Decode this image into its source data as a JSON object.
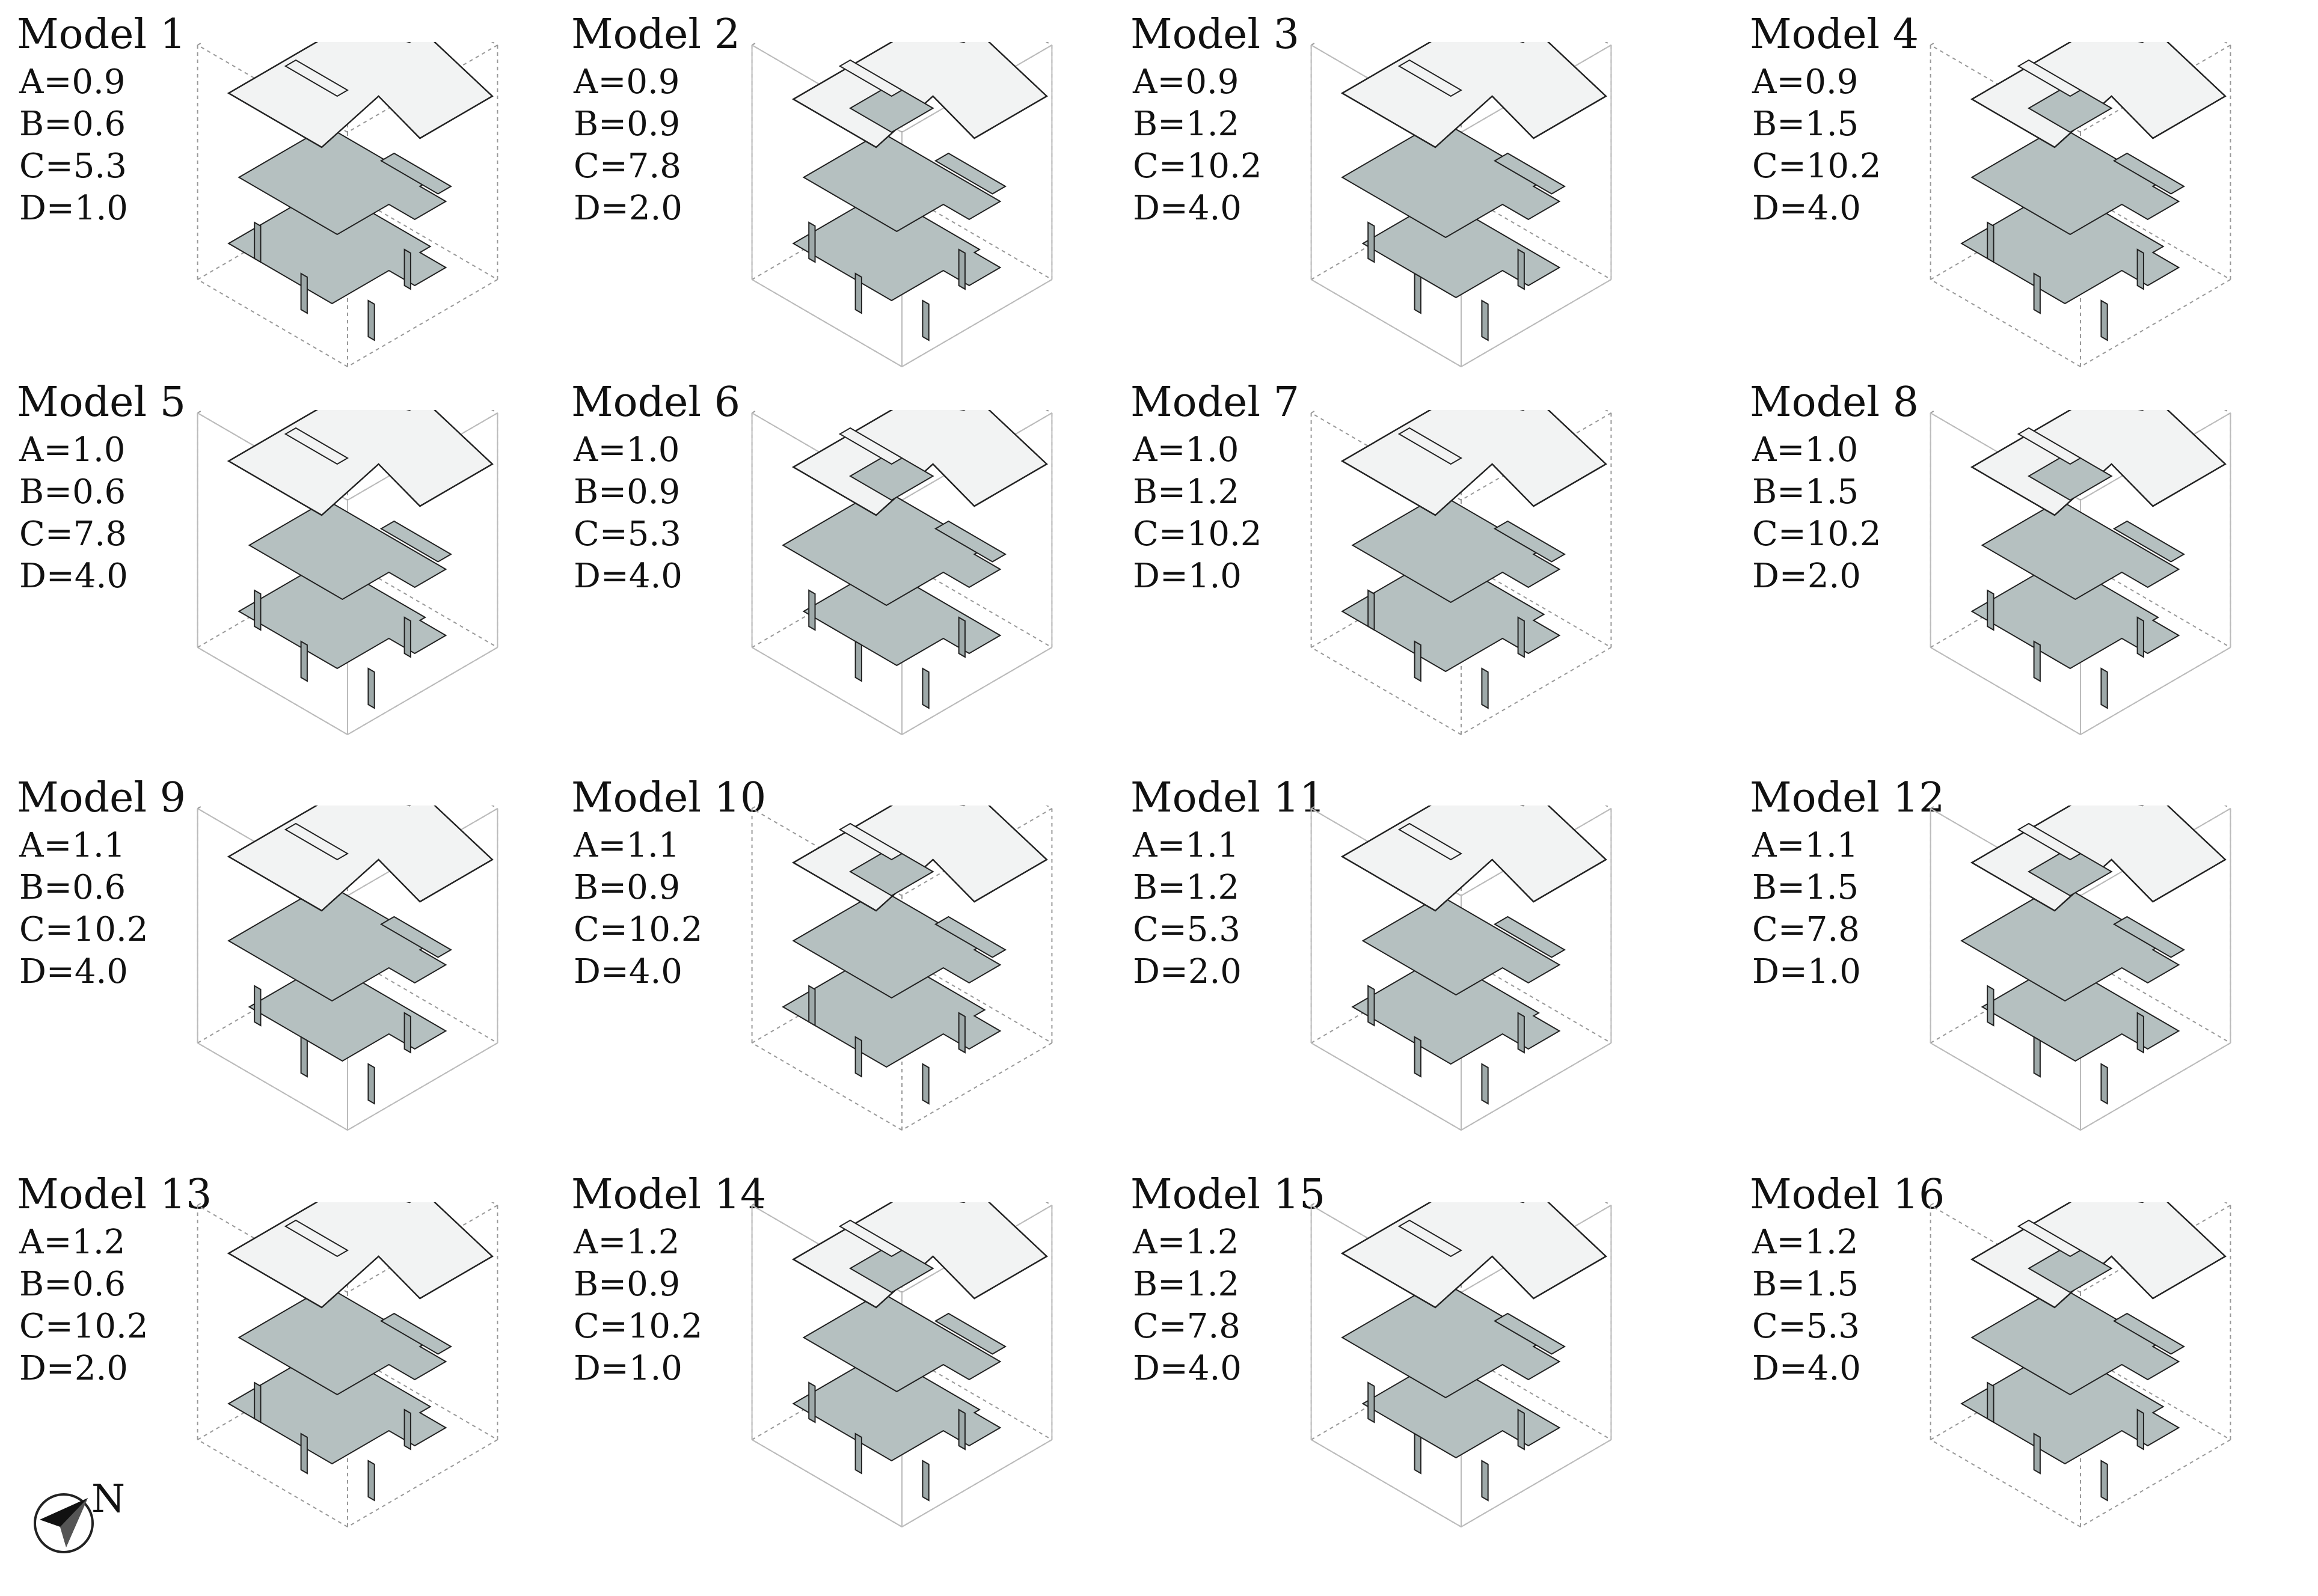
{
  "colors": {
    "roof_fill": "#f2f3f3",
    "floor_fill": "#b5c0c0",
    "wall_fill": "#9ea9a9",
    "line": "#222222",
    "frame": "#999999"
  },
  "models": [
    {
      "title": "Model 1",
      "params": [
        "A=0.9",
        "B=0.6",
        "C=5.3",
        "D=1.0"
      ]
    },
    {
      "title": "Model 2",
      "params": [
        "A=0.9",
        "B=0.9",
        "C=7.8",
        "D=2.0"
      ]
    },
    {
      "title": "Model 3",
      "params": [
        "A=0.9",
        "B=1.2",
        "C=10.2",
        "D=4.0"
      ]
    },
    {
      "title": "Model 4",
      "params": [
        "A=0.9",
        "B=1.5",
        "C=10.2",
        "D=4.0"
      ]
    },
    {
      "title": "Model 5",
      "params": [
        "A=1.0",
        "B=0.6",
        "C=7.8",
        "D=4.0"
      ]
    },
    {
      "title": "Model 6",
      "params": [
        "A=1.0",
        "B=0.9",
        "C=5.3",
        "D=4.0"
      ]
    },
    {
      "title": "Model 7",
      "params": [
        "A=1.0",
        "B=1.2",
        "C=10.2",
        "D=1.0"
      ]
    },
    {
      "title": "Model 8",
      "params": [
        "A=1.0",
        "B=1.5",
        "C=10.2",
        "D=2.0"
      ]
    },
    {
      "title": "Model 9",
      "params": [
        "A=1.1",
        "B=0.6",
        "C=10.2",
        "D=4.0"
      ]
    },
    {
      "title": "Model 10",
      "params": [
        "A=1.1",
        "B=0.9",
        "C=10.2",
        "D=4.0"
      ]
    },
    {
      "title": "Model 11",
      "params": [
        "A=1.1",
        "B=1.2",
        "C=5.3",
        "D=2.0"
      ]
    },
    {
      "title": "Model 12",
      "params": [
        "A=1.1",
        "B=1.5",
        "C=7.8",
        "D=1.0"
      ]
    },
    {
      "title": "Model 13",
      "params": [
        "A=1.2",
        "B=0.6",
        "C=10.2",
        "D=2.0"
      ]
    },
    {
      "title": "Model 14",
      "params": [
        "A=1.2",
        "B=0.9",
        "C=10.2",
        "D=1.0"
      ]
    },
    {
      "title": "Model 15",
      "params": [
        "A=1.2",
        "B=1.2",
        "C=7.8",
        "D=4.0"
      ]
    },
    {
      "title": "Model 16",
      "params": [
        "A=1.2",
        "B=1.5",
        "C=5.3",
        "D=4.0"
      ]
    }
  ],
  "north": {
    "label": "N",
    "icon": "north-arrow-icon"
  }
}
